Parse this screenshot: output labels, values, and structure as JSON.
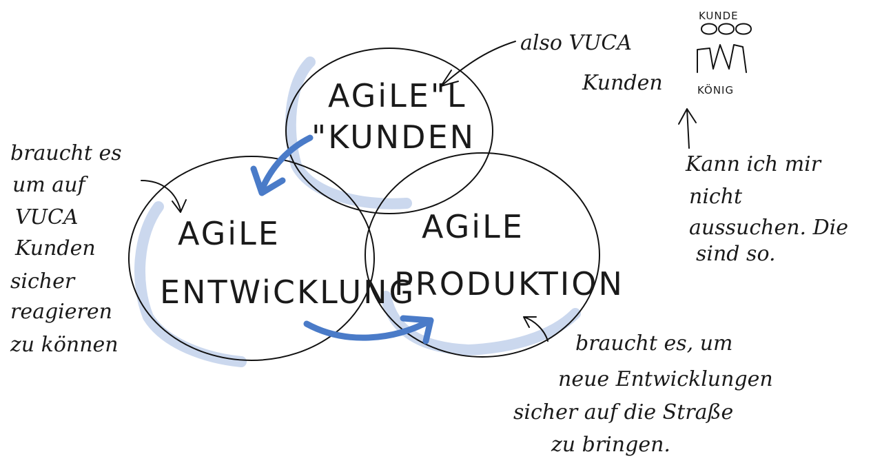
{
  "circles": {
    "kunden": {
      "line1": "AGiLE\"L",
      "line2": "\"KUNDEN"
    },
    "entwicklung": {
      "line1": "AGiLE",
      "line2": "ENTWiCKLUNG"
    },
    "produktion": {
      "line1": "AGiLE",
      "line2": "PRODUKTION"
    }
  },
  "notes": {
    "top_right": [
      "also VUCA",
      "Kunden"
    ],
    "king_label": "KÖNIG",
    "crown_label": "KUNDE",
    "right": [
      "Kann ich mir",
      "nicht",
      "aussuchen. Die",
      "sind so."
    ],
    "left": [
      "braucht es",
      "um auf",
      "VUCA",
      "Kunden",
      "sicher",
      "reagieren",
      "zu können"
    ],
    "bottom_right": [
      "braucht es, um",
      "neue Entwicklungen",
      "sicher auf die Straße",
      "zu bringen."
    ]
  },
  "colors": {
    "ink": "#111111",
    "accent": "#4a7bc8",
    "shade": "#b9cbe8"
  }
}
